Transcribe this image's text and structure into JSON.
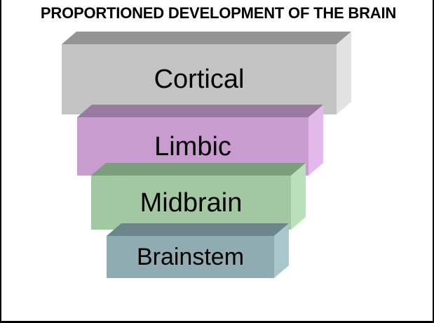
{
  "page": {
    "title": "PROPORTIONED DEVELOPMENT OF THE BRAIN",
    "background_color": "#FFFFFF",
    "border_color": "#000000",
    "text_color": "#000000"
  },
  "chart_data": {
    "type": "bar",
    "title": "PROPORTIONED DEVELOPMENT OF THE BRAIN",
    "xlabel": "",
    "ylabel": "",
    "orientation": "horizontal-stacked-pyramid",
    "categories": [
      "Cortical",
      "Limbic",
      "Midbrain",
      "Brainstem"
    ],
    "values": [
      100,
      84,
      72,
      60
    ],
    "value_unit": "relative width (%)",
    "grid": false,
    "legend": false,
    "note": "Inverted pyramid of nested 3D blocks; block width is proportional to developmental share, largest at top (Cortical) to smallest at bottom (Brainstem)."
  },
  "blocks": [
    {
      "id": "cortical",
      "label": "Cortical",
      "order": 1,
      "face_color": "#C3C3C3",
      "top_color": "#949494",
      "side_color": "#E2E2E2",
      "width_percent": 100
    },
    {
      "id": "limbic",
      "label": "Limbic",
      "order": 2,
      "face_color": "#C89CCE",
      "top_color": "#9A7AA0",
      "side_color": "#E3B8EB",
      "width_percent": 84
    },
    {
      "id": "midbrain",
      "label": "Midbrain",
      "order": 3,
      "face_color": "#A2C8A2",
      "top_color": "#7C9E7C",
      "side_color": "#B9E0B9",
      "width_percent": 72
    },
    {
      "id": "brainstem",
      "label": "Brainstem",
      "order": 4,
      "face_color": "#8FACB2",
      "top_color": "#6D868C",
      "side_color": "#A9C6CC",
      "width_percent": 60
    }
  ]
}
